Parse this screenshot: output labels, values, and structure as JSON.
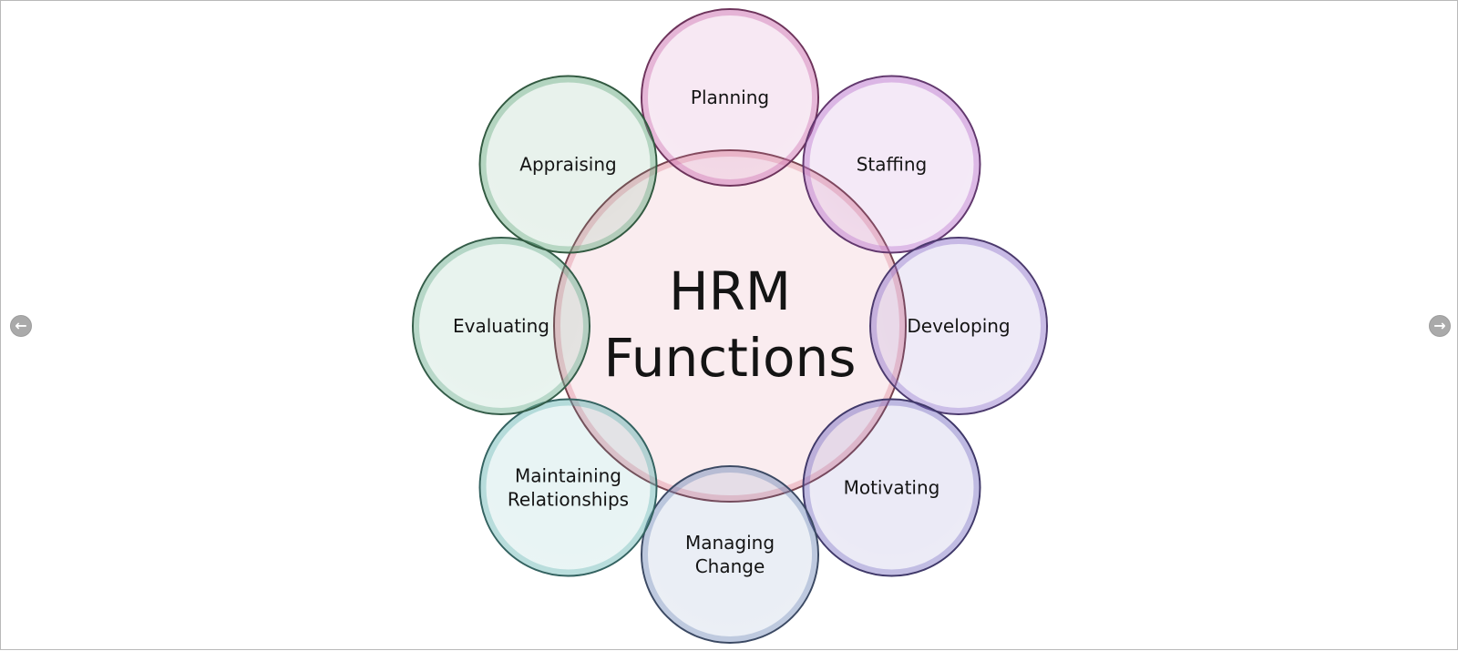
{
  "diagram": {
    "center": {
      "lines": [
        "HRM",
        "Functions"
      ],
      "color": "#d97a8f"
    },
    "petals": [
      {
        "lines": [
          "Planning"
        ],
        "color": "#c85ea8"
      },
      {
        "lines": [
          "Staffing"
        ],
        "color": "#b265c8"
      },
      {
        "lines": [
          "Developing"
        ],
        "color": "#8a69c8"
      },
      {
        "lines": [
          "Motivating"
        ],
        "color": "#7467c0"
      },
      {
        "lines": [
          "Managing",
          "Change"
        ],
        "color": "#6d87b5"
      },
      {
        "lines": [
          "Maintaining",
          "Relationships"
        ],
        "color": "#5fb4b0"
      },
      {
        "lines": [
          "Evaluating"
        ],
        "color": "#5fa985"
      },
      {
        "lines": [
          "Appraising"
        ],
        "color": "#5aa476"
      }
    ]
  },
  "navigation": {
    "prev_icon": "arrow-left-icon",
    "next_icon": "arrow-right-icon",
    "prev_glyph": "←",
    "next_glyph": "→"
  }
}
